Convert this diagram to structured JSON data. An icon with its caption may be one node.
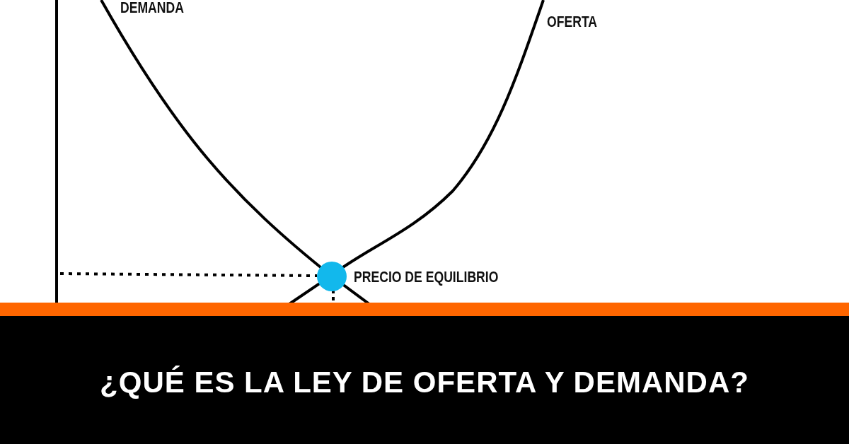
{
  "diagram": {
    "title": "¿QUÉ ES LA LEY DE OFERTA Y DEMANDA?",
    "labels": [
      "DEMANDA",
      "OFERTA",
      "PRECIO DE EQUILIBRIO"
    ]
  }
}
